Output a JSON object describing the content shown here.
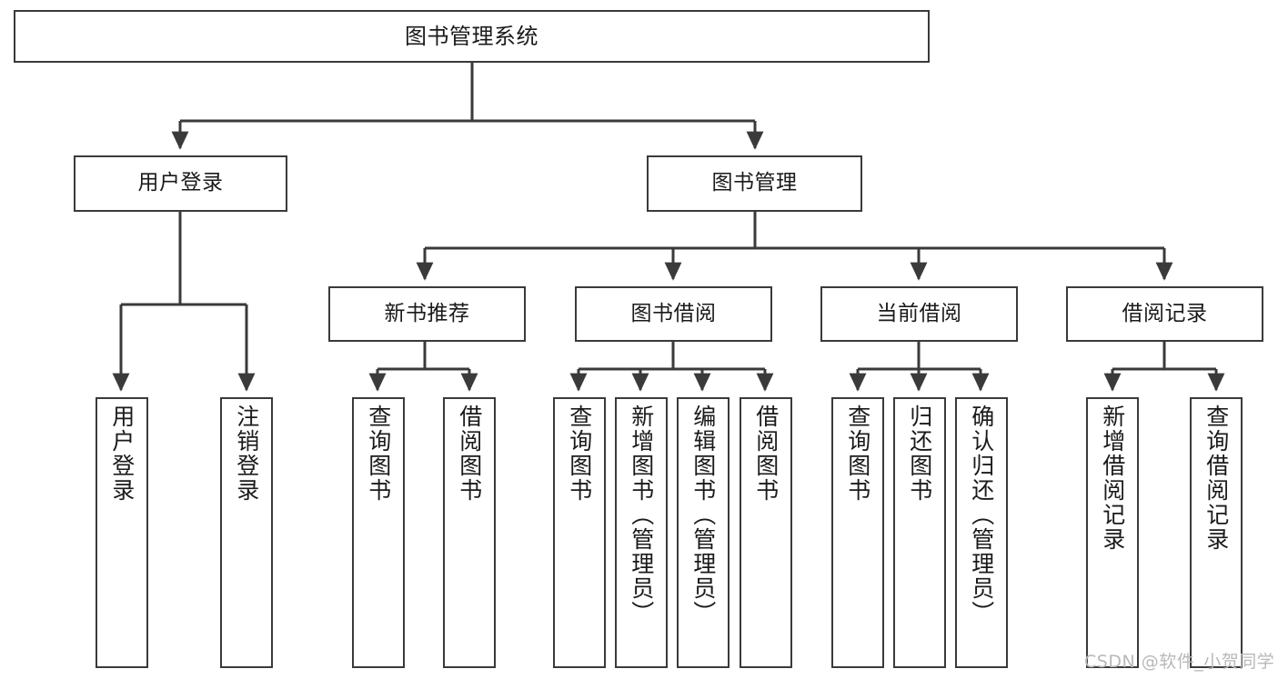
{
  "diagram": {
    "type": "tree-hierarchy",
    "title": "图书管理系统",
    "orientation": "top-down",
    "line_color": "#3a3a3a",
    "box_fill": "#ffffff",
    "text_color": "#1a1a1a",
    "watermark": "CSDN @软件_小贺同学",
    "watermark_color": "#b8b8b8"
  },
  "nodes": {
    "root": {
      "label": "图书管理系统",
      "level": 1
    },
    "level2": [
      {
        "id": "user-login",
        "label": "用户登录",
        "level": 2
      },
      {
        "id": "book-manage",
        "label": "图书管理",
        "level": 2
      }
    ],
    "level3": [
      {
        "id": "new-book-recommend",
        "label": "新书推荐",
        "level": 3
      },
      {
        "id": "book-borrow",
        "label": "图书借阅",
        "level": 3
      },
      {
        "id": "current-borrow",
        "label": "当前借阅",
        "level": 3
      },
      {
        "id": "borrow-record",
        "label": "借阅记录",
        "level": 3
      }
    ],
    "leaves": [
      {
        "id": "leaf-user-login",
        "label": "用户登录",
        "parent": "user-login"
      },
      {
        "id": "leaf-user-logout",
        "label": "注销登录",
        "parent": "user-login"
      },
      {
        "id": "leaf-query-book-1",
        "label": "查询图书",
        "parent": "new-book-recommend"
      },
      {
        "id": "leaf-borrow-book-1",
        "label": "借阅图书",
        "parent": "new-book-recommend"
      },
      {
        "id": "leaf-query-book-2",
        "label": "查询图书",
        "parent": "book-borrow"
      },
      {
        "id": "leaf-add-book",
        "label": "新增图书（管理员）",
        "parent": "book-borrow"
      },
      {
        "id": "leaf-edit-book",
        "label": "编辑图书（管理员）",
        "parent": "book-borrow"
      },
      {
        "id": "leaf-borrow-book-2",
        "label": "借阅图书",
        "parent": "book-borrow"
      },
      {
        "id": "leaf-query-book-3",
        "label": "查询图书",
        "parent": "current-borrow"
      },
      {
        "id": "leaf-return-book",
        "label": "归还图书",
        "parent": "current-borrow"
      },
      {
        "id": "leaf-confirm-return",
        "label": "确认归还（管理员）",
        "parent": "current-borrow"
      },
      {
        "id": "leaf-add-record",
        "label": "新增借阅记录",
        "parent": "borrow-record"
      },
      {
        "id": "leaf-query-record",
        "label": "查询借阅记录",
        "parent": "borrow-record"
      }
    ]
  }
}
